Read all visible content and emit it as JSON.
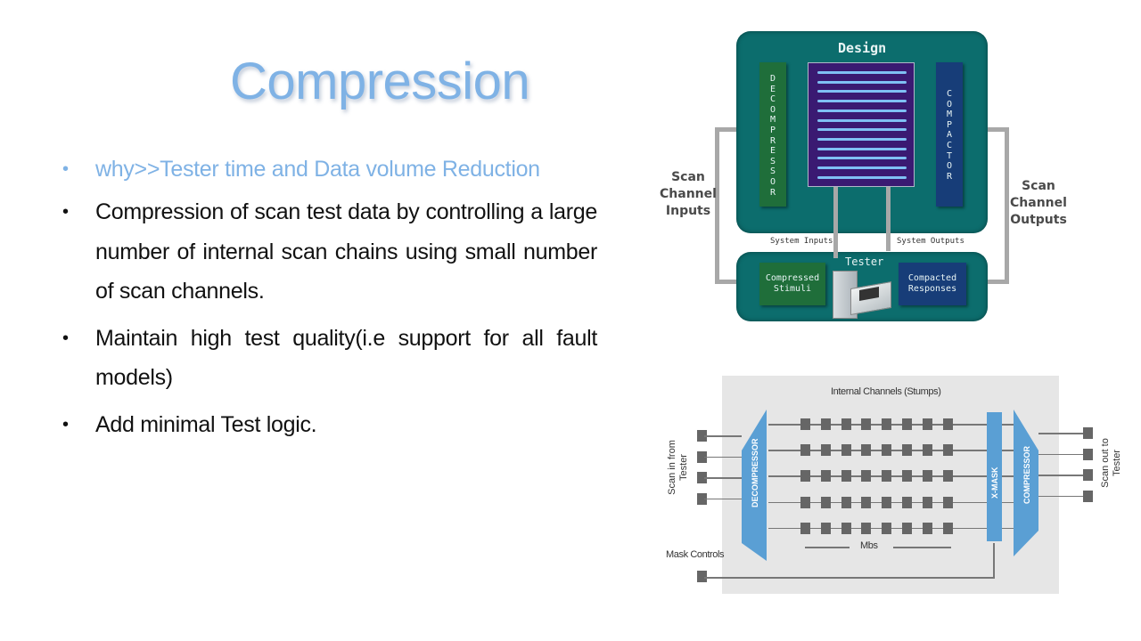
{
  "slide": {
    "title": "Compression",
    "accent_color": "#7fb2e5",
    "bullets": [
      {
        "text": "why>>Tester time and Data volume Reduction",
        "accent": true
      },
      {
        "text": "Compression of scan test data by controlling a large number of internal scan chains using small number of scan channels.",
        "accent": false
      },
      {
        "text": "Maintain high test quality(i.e support for all fault models)",
        "accent": false
      },
      {
        "text": "Add minimal Test logic.",
        "accent": false
      }
    ],
    "bullet_glyph": "•"
  },
  "diagram_top": {
    "design_label": "Design",
    "decompressor_label": "D E C O M P R E S S O R",
    "compactor_label": "C O M P A C T O R",
    "scan_inputs_label": [
      "Scan",
      "Channel",
      "Inputs"
    ],
    "scan_outputs_label": [
      "Scan",
      "Channel",
      "Outputs"
    ],
    "system_inputs_label": "System Inputs",
    "system_outputs_label": "System Outputs",
    "tester_label": "Tester",
    "compressed_stimuli_label": [
      "Compressed",
      "Stimuli"
    ],
    "compacted_responses_label": [
      "Compacted",
      "Responses"
    ],
    "scan_chain_count": 12,
    "colors": {
      "panel": "#0c6d6d",
      "decompressor": "#1f6e3a",
      "compactor": "#173d78",
      "core": "#3a1a72",
      "chain": "#7fc0f4"
    }
  },
  "diagram_bottom": {
    "internal_channels_label": "Internal Channels (Stumps)",
    "decompressor_label": "DECOMPRESSOR",
    "xmask_label": "X-MASK",
    "compressor_label": "COMPRESSOR",
    "scan_in_label": [
      "Scan in from",
      "Tester"
    ],
    "scan_out_label": [
      "Scan out to",
      "Tester"
    ],
    "mbs_label": "Mbs",
    "mask_controls_label": "Mask Controls",
    "input_count": 4,
    "output_count": 4,
    "chain_rows": 5,
    "cells_per_chain": 8,
    "colors": {
      "block": "#5a9fd4",
      "cell": "#666666",
      "background": "#e6e6e6"
    }
  }
}
